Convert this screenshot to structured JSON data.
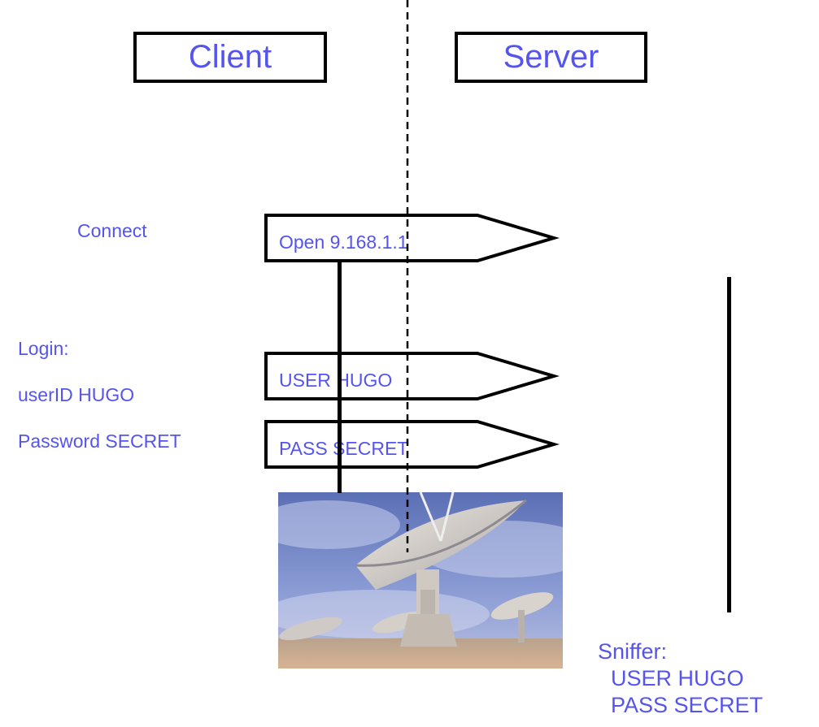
{
  "nodes": {
    "client": "Client",
    "server": "Server"
  },
  "client_labels": {
    "connect": "Connect",
    "login": "Login:",
    "userid": "userID HUGO",
    "password": "Password SECRET"
  },
  "messages": [
    "Open 9.168.1.1",
    "USER HUGO",
    "PASS SECRET"
  ],
  "sniffer": {
    "title": "Sniffer:",
    "line1": "USER HUGO",
    "line2": "PASS SECRET"
  },
  "image": {
    "subject": "radio telescope dishes under a blue sky",
    "colors": {
      "sky": "#6a80c8",
      "dish": "#d8d2c8",
      "ground": "#c8a88a"
    }
  }
}
